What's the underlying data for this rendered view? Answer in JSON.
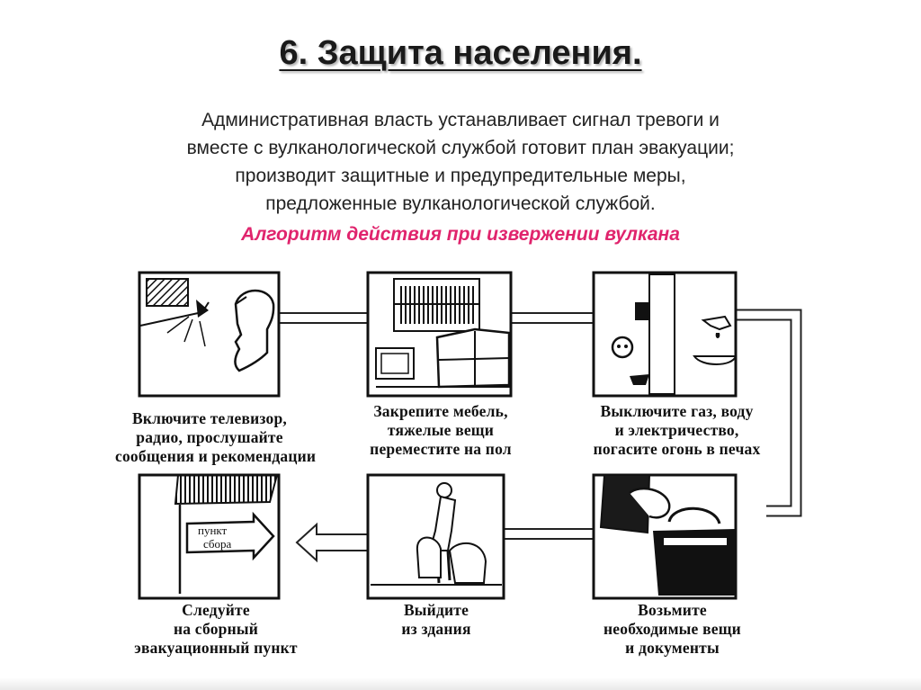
{
  "slide": {
    "title": "6. Защита населения.",
    "intro_lines": [
      "Административная власть устанавливает сигнал тревоги и",
      "вместе с вулканологической службой готовит план эвакуации;",
      "производит защитные и предупредительные меры,",
      "предложенные вулканологической службой."
    ],
    "subtitle": "Алгоритм действия при извержении вулкана",
    "accent_color": "#e0246d"
  },
  "steps": [
    {
      "caption_lines": [
        "Включите телевизор,",
        "радио, прослушайте",
        "сообщения и рекомендации"
      ]
    },
    {
      "caption_lines": [
        "Закрепите мебель,",
        "тяжелые вещи",
        "переместите на пол"
      ]
    },
    {
      "caption_lines": [
        "Выключите газ, воду",
        "и электричество,",
        "погасите огонь в печах"
      ]
    },
    {
      "caption_lines": [
        "Возьмите",
        "необходимые вещи",
        "и документы"
      ]
    },
    {
      "caption_lines": [
        "Выйдите",
        "из здания"
      ]
    },
    {
      "caption_lines": [
        "Следуйте",
        "на сборный",
        "эвакуационный пункт"
      ]
    }
  ],
  "sign": {
    "line1": "пункт",
    "line2": "сбора"
  }
}
